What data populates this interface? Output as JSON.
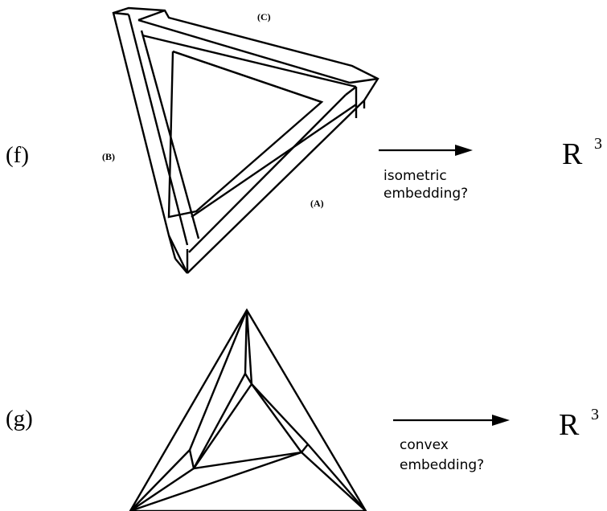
{
  "panel_f": {
    "label": "(f)",
    "edge_labels": {
      "c": "(C)",
      "b": "(B)",
      "a": "(A)"
    },
    "arrow_caption_line1": "isometric",
    "arrow_caption_line2": "embedding?",
    "target_space": "R",
    "target_exponent": "3"
  },
  "panel_g": {
    "label": "(g)",
    "arrow_caption_line1": "convex",
    "arrow_caption_line2": "embedding?",
    "target_space": "R",
    "target_exponent": "3"
  }
}
